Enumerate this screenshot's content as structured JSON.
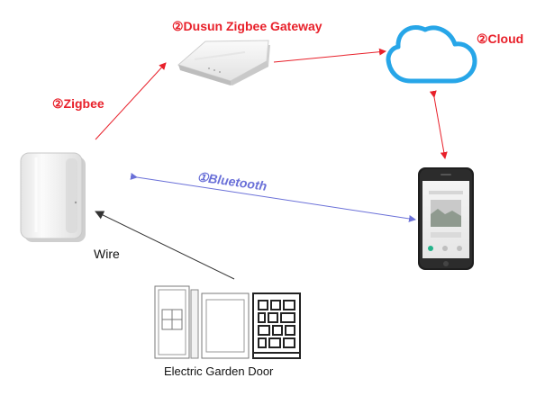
{
  "labels": {
    "gateway": "②Dusun Zigbee Gateway",
    "cloud": "②Cloud",
    "zigbee": "②Zigbee",
    "bluetooth": "①Bluetooth",
    "wire": "Wire",
    "door": "Electric Garden Door"
  },
  "icons": {
    "controller": "door-controller-device",
    "gateway": "zigbee-gateway-router",
    "cloud": "cloud-icon",
    "phone": "smartphone-app",
    "door": "electric-garden-door"
  },
  "colors": {
    "zigbee_link": "#e8202a",
    "bluetooth_link": "#6a70d8",
    "wire_link": "#333333",
    "cloud_stroke": "#27a6e8",
    "label_red": "#e8202a",
    "label_blue": "#6a70d8"
  }
}
